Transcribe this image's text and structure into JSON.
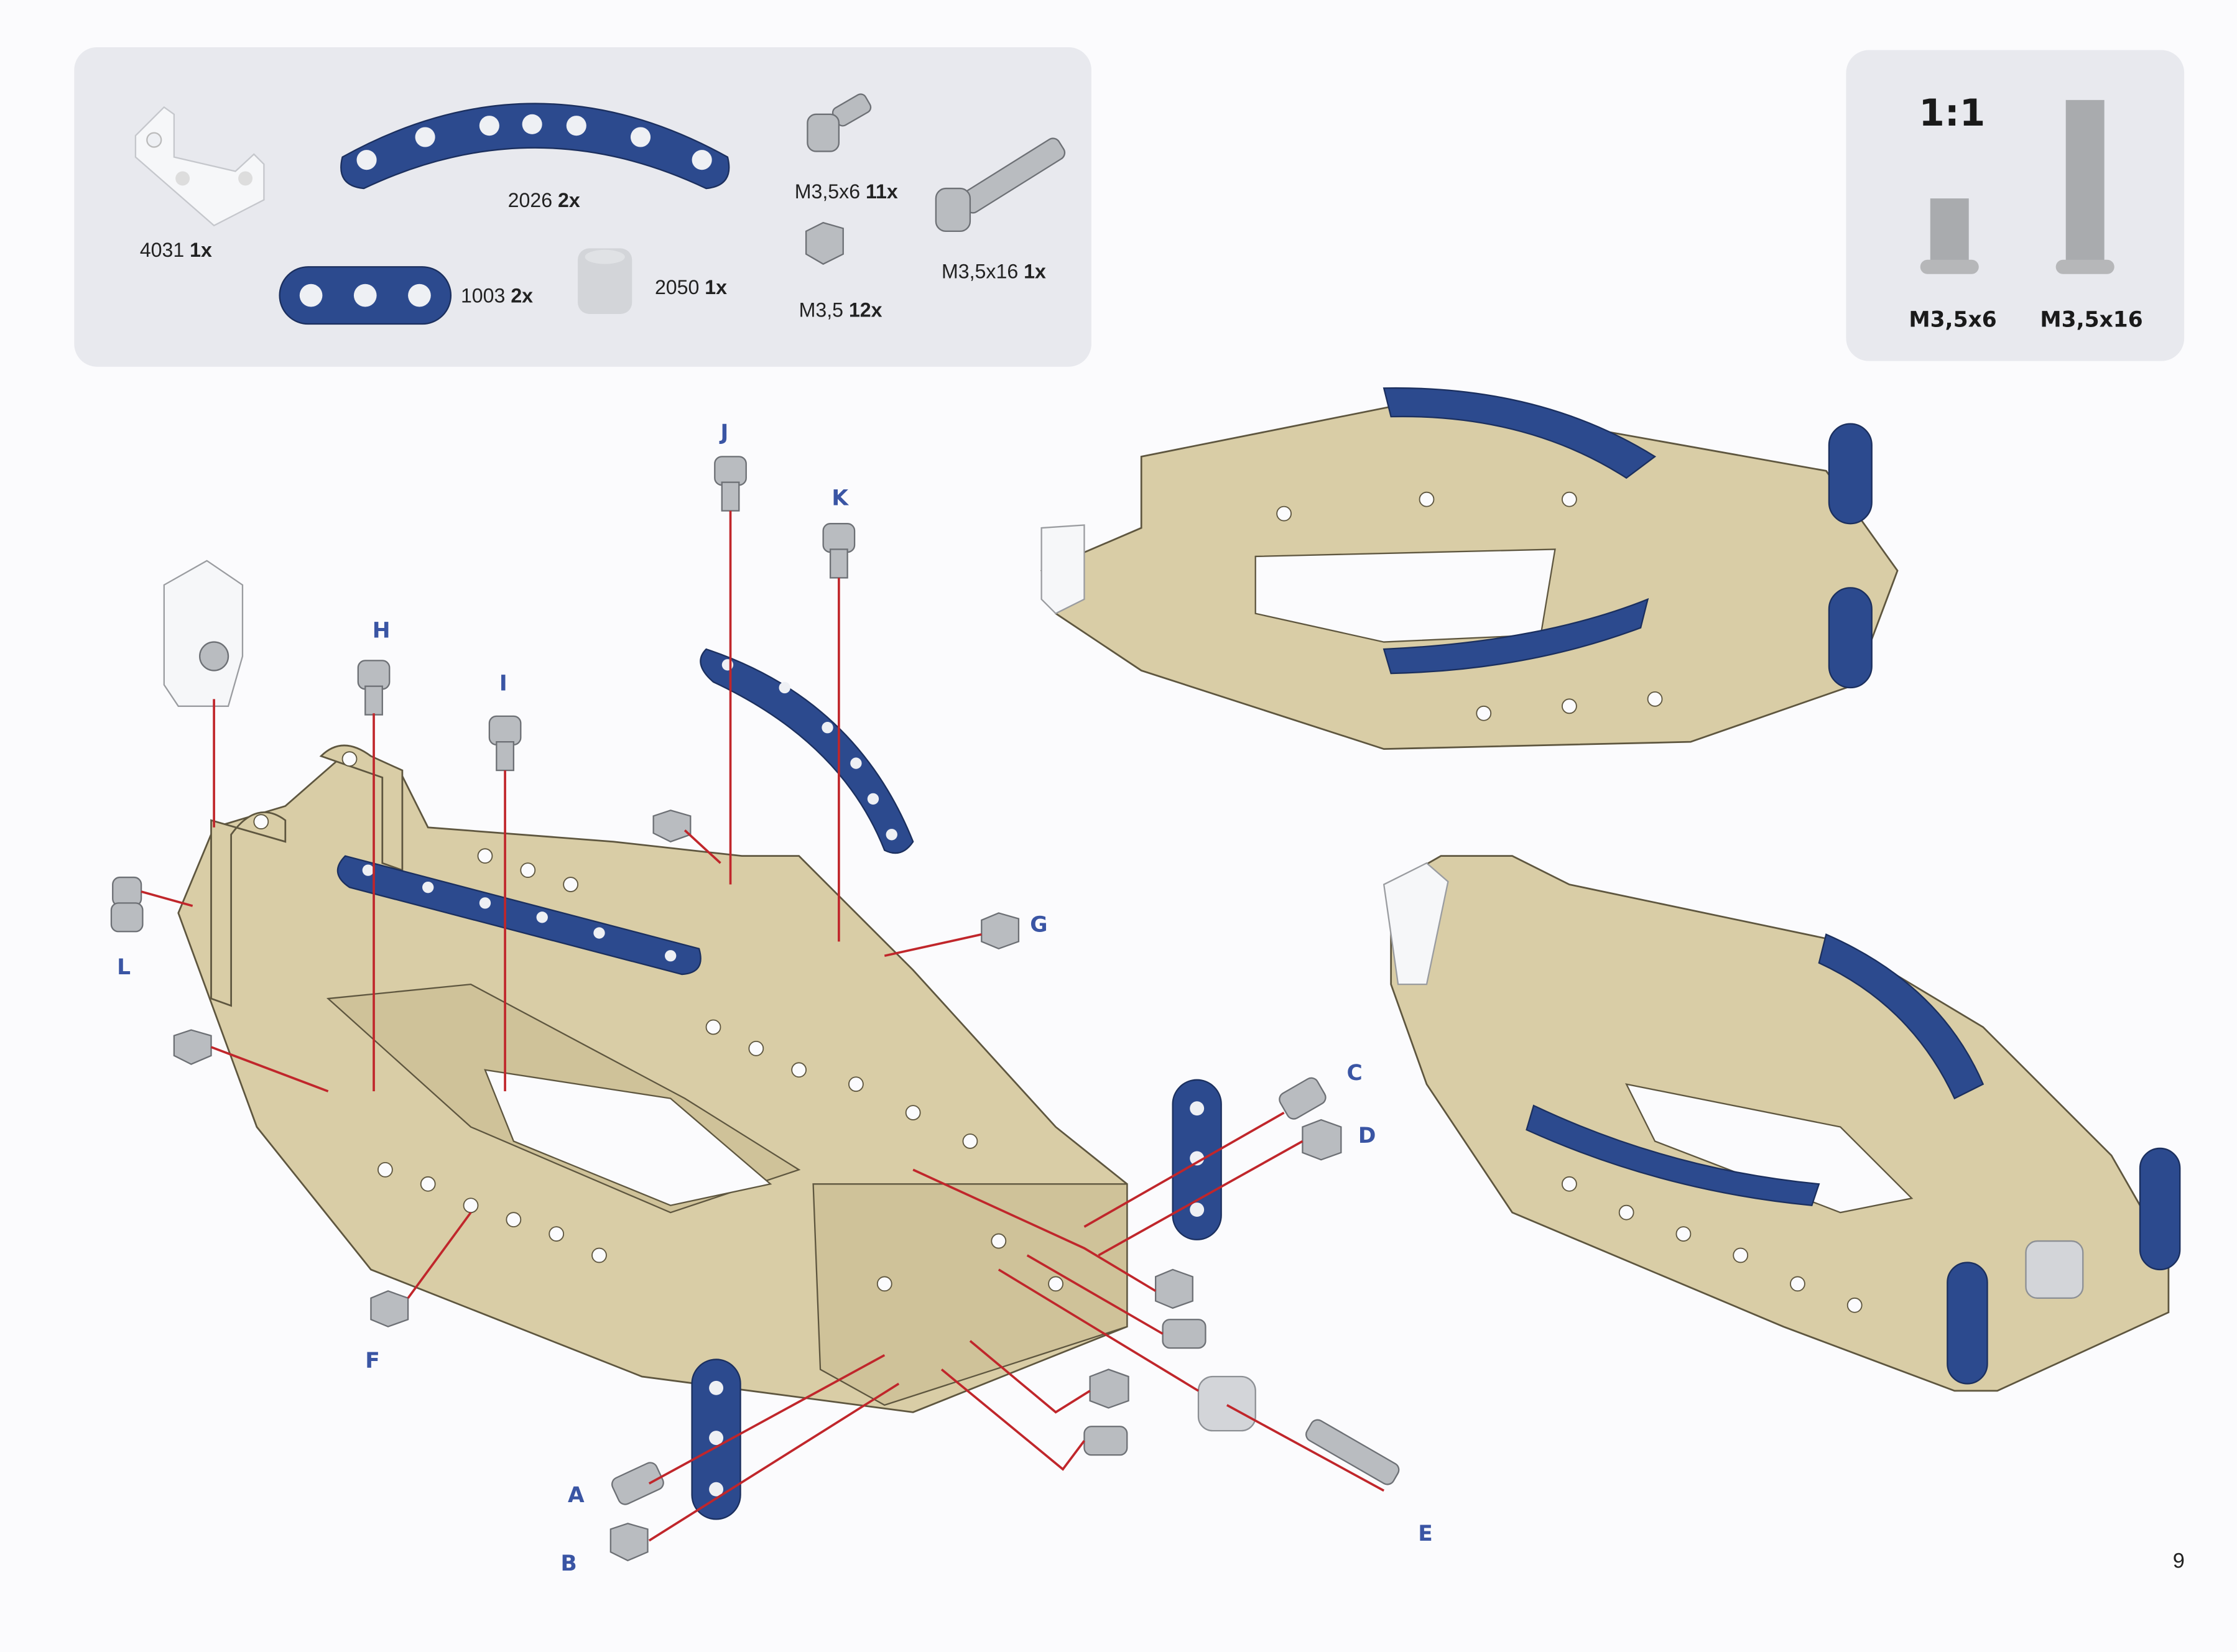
{
  "parts_box": {
    "items": [
      {
        "part": "4031",
        "qty": "1x"
      },
      {
        "part": "2026",
        "qty": "2x"
      },
      {
        "part": "M3,5x6",
        "qty": "11x"
      },
      {
        "part": "M3,5x16",
        "qty": "1x"
      },
      {
        "part": "M3,5",
        "qty": "12x"
      },
      {
        "part": "2050",
        "qty": "1x"
      },
      {
        "part": "1003",
        "qty": "2x"
      }
    ]
  },
  "scale_box": {
    "title": "1:1",
    "screws": [
      {
        "label": "M3,5x6"
      },
      {
        "label": "M3,5x16"
      }
    ]
  },
  "callouts": [
    "A",
    "B",
    "C",
    "D",
    "E",
    "F",
    "G",
    "H",
    "I",
    "J",
    "K",
    "L"
  ],
  "page_number": "9",
  "colors": {
    "accent_blue": "#2c4a8e",
    "beige": "#d9cda6",
    "guide_red": "#c0262b",
    "letter_blue": "#3a55a4"
  }
}
